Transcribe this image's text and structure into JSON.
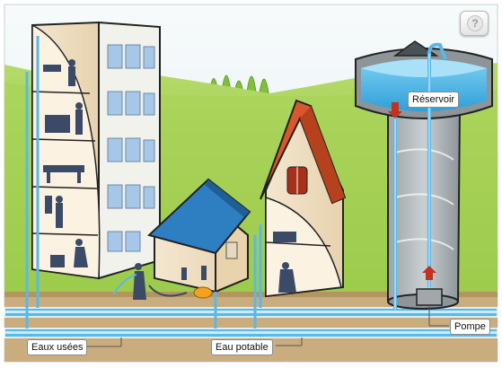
{
  "help": {
    "glyph": "?"
  },
  "labels": {
    "reservoir": "Réservoir",
    "pump": "Pompe",
    "waste_water": "Eaux usées",
    "drinking_water": "Eau potable"
  },
  "colors": {
    "sky": "#eef5f8",
    "grass": "#9cc94a",
    "water": "#5ab8e8",
    "pipe_highlight": "#c8ecfb",
    "ground": "#c9ad7f",
    "tree": "#7fbf3a",
    "roof_red": "#d9572a",
    "roof_blue": "#2e7fc2",
    "arrow": "#c4321d"
  },
  "icons": [
    "help-icon",
    "down-arrow-icon",
    "up-arrow-icon"
  ]
}
